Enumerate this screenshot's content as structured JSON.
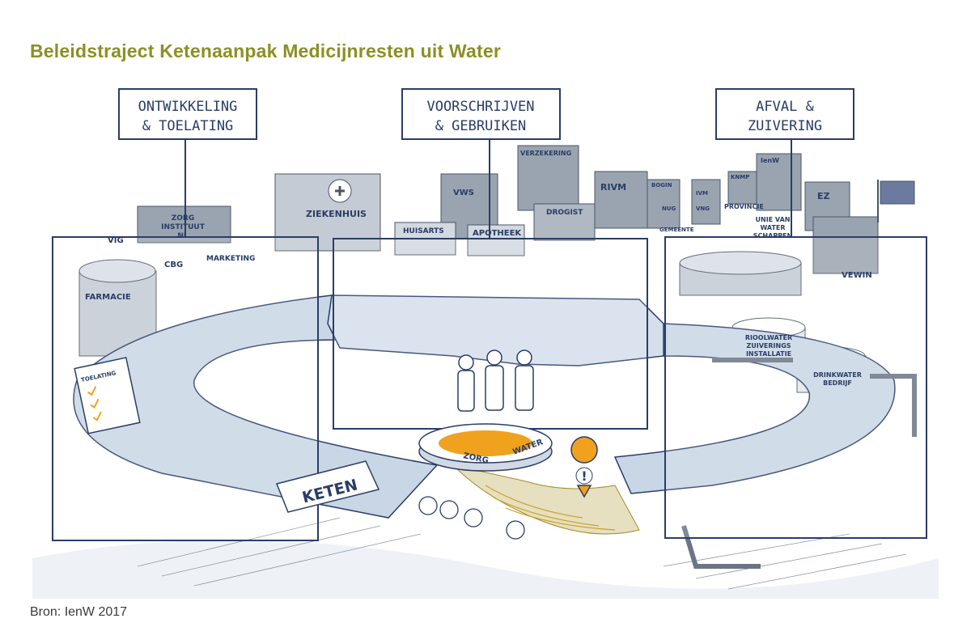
{
  "title": "Beleidstraject Ketenaanpak Medicijnresten uit Water",
  "source": "Bron: IenW 2017",
  "phases": [
    {
      "line1": "ONTWIKKELING",
      "line2": "& TOELATING"
    },
    {
      "line1": "VOORSCHRIJVEN",
      "line2": "& GEBRUIKEN"
    },
    {
      "line1": "AFVAL &",
      "line2": "ZUIVERING"
    }
  ],
  "buildings": {
    "ziekenhuis": "ZIEKENHUIS",
    "zorg1": "ZORG",
    "zorg2": "INSTITUUT",
    "zorg3": "NL",
    "vig": "VIG",
    "cbg": "CBG",
    "farmacie": "FARMACIE",
    "marketing": "MARKETING",
    "vws": "VWS",
    "verzekering": "VERZEKERING",
    "rivm": "RIVM",
    "bogin": "BOGIN",
    "knmp": "KNMP",
    "ienw": "IenW",
    "huisarts": "HUISARTS",
    "apotheek": "APOTHEEK",
    "drogist": "DROGIST",
    "nug": "NUG",
    "ivm": "IVM",
    "vng": "VNG",
    "provincie": "PROVINCIE",
    "gemeente": "GEMEENTE",
    "ez": "EZ",
    "uvw1": "UNIE VAN",
    "uvw2": "WATER",
    "uvw3": "SCHAPPEN",
    "vewin": "VEWIN",
    "riool1": "RIOOLWATER",
    "riool2": "ZUIVERINGS",
    "riool3": "INSTALLATIE",
    "drink1": "DRINKWATER",
    "drink2": "BEDRIJF"
  },
  "labels": {
    "toelating": "TOELATING",
    "keten": "KETEN",
    "zorg": "ZORG",
    "water": "WATER",
    "alert": "!"
  },
  "colors": {
    "title": "#8c8f26",
    "accent": "#f0a21e",
    "frame": "#2a3d66",
    "platform": "#c9d6e6",
    "building": "#9aa4b0"
  }
}
